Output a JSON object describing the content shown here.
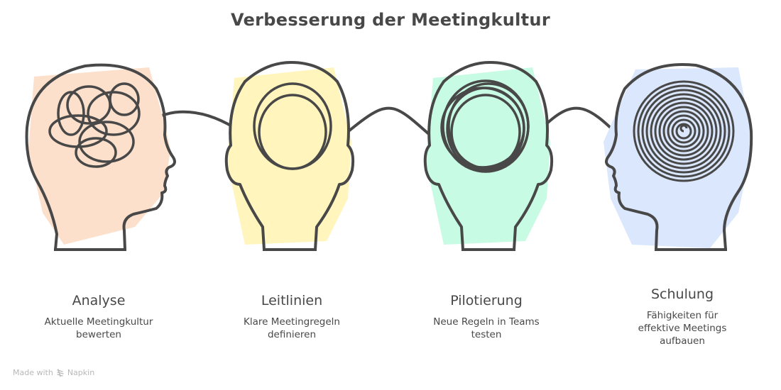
{
  "title": "Verbesserung der Meetingkultur",
  "steps": [
    {
      "title": "Analyse",
      "description": "Aktuelle Meetingkultur bewerten",
      "description_lines": [
        "Aktuelle Meetingkultur",
        "bewerten"
      ],
      "fill_color": "#fde0cb",
      "head_icon": "tangled-thoughts-head-icon",
      "orientation": "profile-facing-right"
    },
    {
      "title": "Leitlinien",
      "description": "Klare Meetingregeln definieren",
      "description_lines": [
        "Klare Meetingregeln",
        "definieren"
      ],
      "fill_color": "#fff5bd",
      "head_icon": "loop-thoughts-head-icon",
      "orientation": "back-view"
    },
    {
      "title": "Pilotierung",
      "description": "Neue Regeln in Teams testen",
      "description_lines": [
        "Neue Regeln in Teams",
        "testen"
      ],
      "fill_color": "#c8fbe3",
      "head_icon": "circling-thoughts-head-icon",
      "orientation": "back-view"
    },
    {
      "title": "Schulung",
      "description": "Fähigkeiten für effektive Meetings aufbauen",
      "description_lines": [
        "Fähigkeiten für",
        "effektive Meetings",
        "aufbauen"
      ],
      "fill_color": "#dbe7fd",
      "head_icon": "spiral-thoughts-head-icon",
      "orientation": "profile-facing-left"
    }
  ],
  "colors": {
    "stroke": "#484848",
    "text": "#484848",
    "footer_text": "#b8b8b8"
  },
  "footer": {
    "made_with": "Made with",
    "brand": "Napkin"
  }
}
